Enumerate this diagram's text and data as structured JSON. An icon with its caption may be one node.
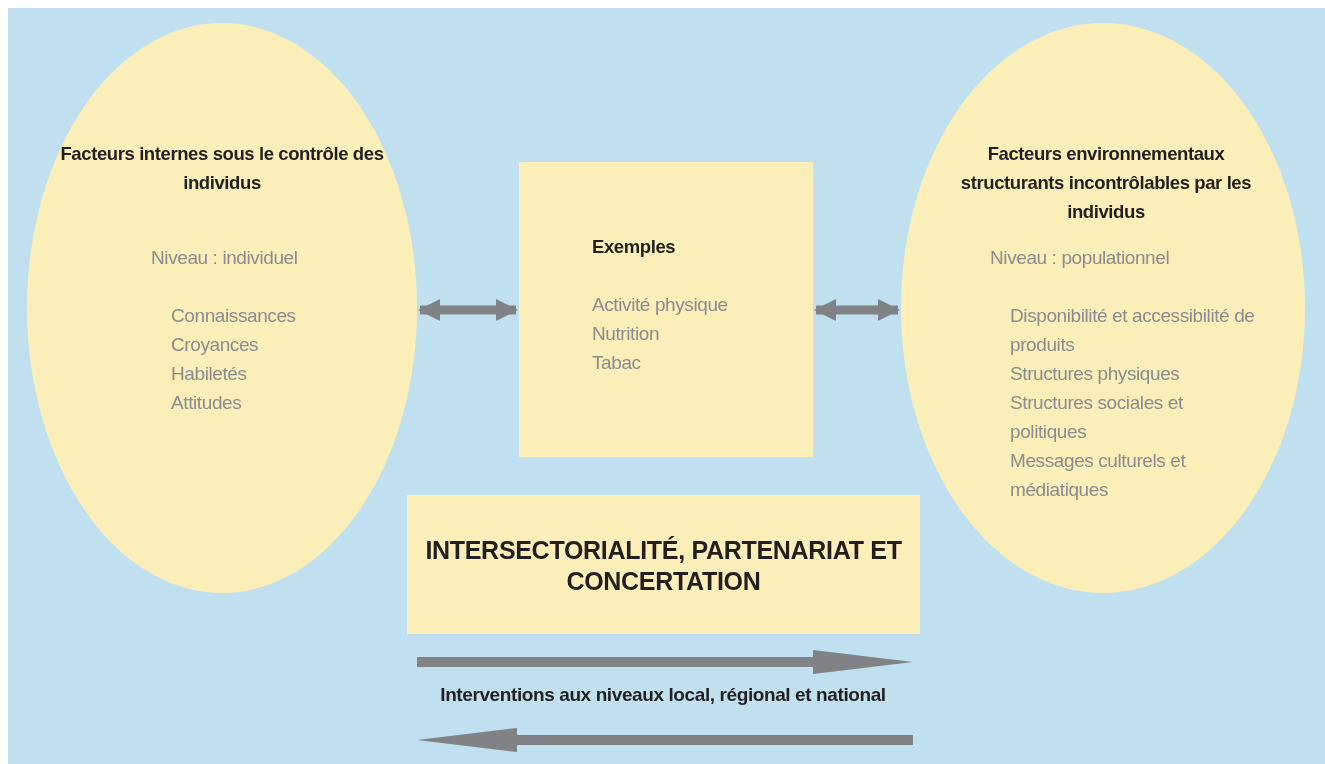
{
  "diagram": {
    "nodes": [
      {
        "text": [
          "Facteurs internes sous le contrôle des individus",
          "Niveau : individuel",
          "Connaissances",
          "Croyances",
          "Habiletés",
          "Attitudes"
        ]
      },
      {
        "text": [
          "Exemples",
          "Activité physique",
          "Nutrition",
          "Tabac"
        ]
      },
      {
        "text": [
          "Facteurs environnementaux structurants incontrôlables par les individus",
          "Niveau : populationnel",
          "Disponibilité et accessibilité de produits",
          "Structures physiques",
          "Structures sociales et politiques",
          "Messages culturels et médiatiques"
        ]
      },
      {
        "text": [
          "INTERSECTORIALITÉ, PARTENARIAT ET CONCERTATION"
        ]
      }
    ],
    "edges": [
      {
        "from": 0,
        "to": 1,
        "arrow": "both"
      },
      {
        "from": 1,
        "to": 2,
        "arrow": "both"
      }
    ],
    "labels": [
      "Interventions aux niveaux local, régional et national"
    ]
  }
}
